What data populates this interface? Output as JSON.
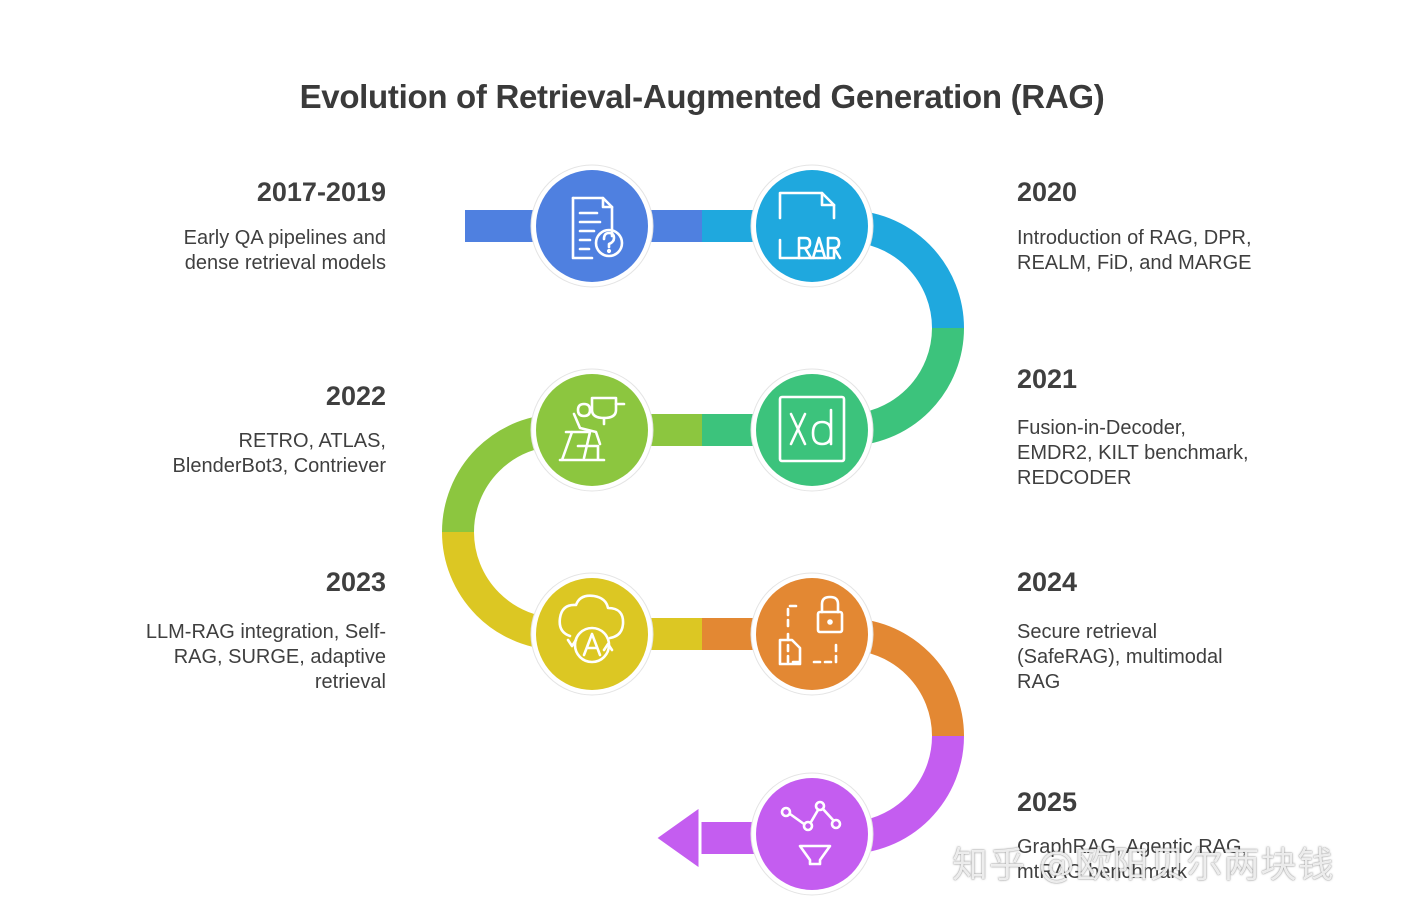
{
  "title": "Evolution of Retrieval-Augmented Generation (RAG)",
  "colors": {
    "blue": "#4f80e0",
    "cyan": "#1fa8de",
    "green": "#3cc37c",
    "olive": "#8cc63f",
    "yellow": "#dcc723",
    "orange": "#e38833",
    "purple": "#c45df0"
  },
  "milestones": [
    {
      "year": "2017-2019",
      "desc": [
        "Early QA pipelines and",
        "dense retrieval models"
      ],
      "icon": "document-question-icon",
      "side": "left"
    },
    {
      "year": "2020",
      "desc": [
        "Introduction of RAG, DPR,",
        "REALM, FiD, and MARGE"
      ],
      "icon": "rar-file-icon",
      "side": "right"
    },
    {
      "year": "2021",
      "desc": [
        "Fusion-in-Decoder,",
        "EMDR2, KILT benchmark,",
        "REDCODER"
      ],
      "icon": "xd-icon",
      "side": "right"
    },
    {
      "year": "2022",
      "desc": [
        "RETRO, ATLAS,",
        "BlenderBot3, Contriever"
      ],
      "icon": "worker-at-desk-icon",
      "side": "left"
    },
    {
      "year": "2023",
      "desc": [
        "LLM-RAG integration, Self-",
        "RAG, SURGE, adaptive",
        "retrieval"
      ],
      "icon": "cloud-sync-icon",
      "side": "left"
    },
    {
      "year": "2024",
      "desc": [
        "Secure retrieval",
        "(SafeRAG), multimodal",
        "RAG"
      ],
      "icon": "secure-file-icon",
      "side": "right"
    },
    {
      "year": "2025",
      "desc": [
        "GraphRAG, Agentic RAG,",
        "mtRAG benchmark"
      ],
      "icon": "network-funnel-icon",
      "side": "right"
    }
  ],
  "watermark": "知乎 @欧阳贝尔两块钱"
}
